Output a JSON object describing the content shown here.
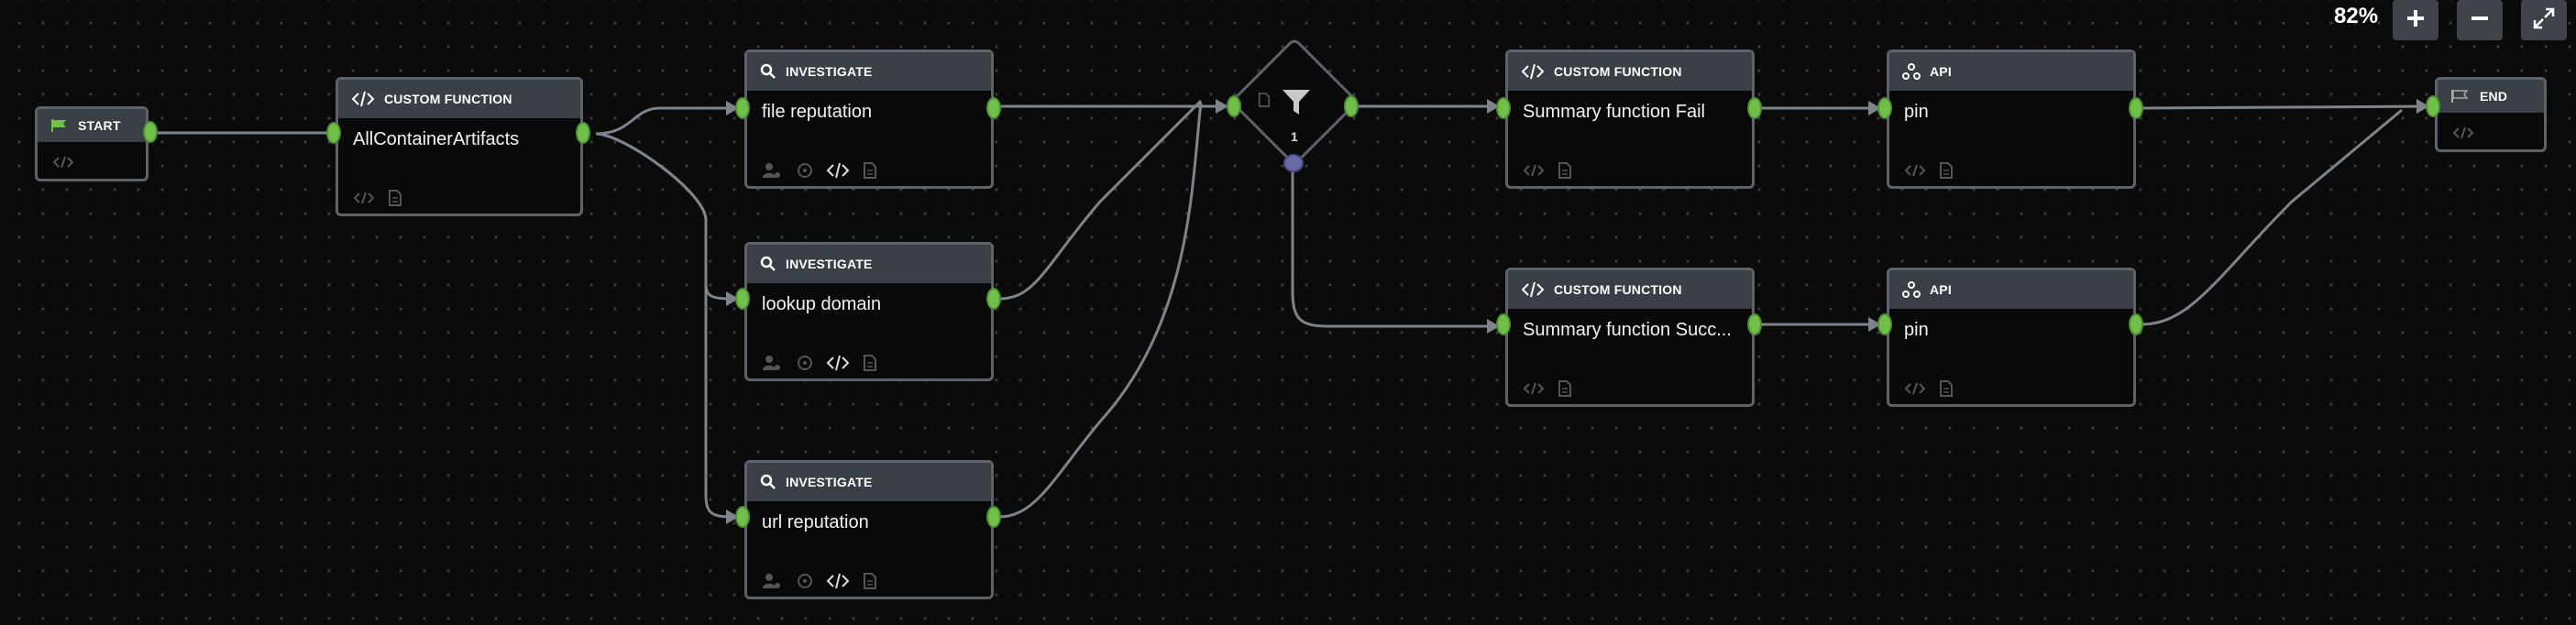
{
  "zoom": {
    "level": "82%",
    "zoom_in_icon": "plus-icon",
    "zoom_out_icon": "minus-icon",
    "fullscreen_icon": "expand-icon"
  },
  "nodes": {
    "start": {
      "label": "START",
      "icon": "flag-icon"
    },
    "custom_all": {
      "type": "CUSTOM FUNCTION",
      "title": "AllContainerArtifacts"
    },
    "inv_file": {
      "type": "INVESTIGATE",
      "title": "file reputation"
    },
    "inv_domain": {
      "type": "INVESTIGATE",
      "title": "lookup domain"
    },
    "inv_url": {
      "type": "INVESTIGATE",
      "title": "url reputation"
    },
    "filter": {
      "count": "1",
      "icon": "filter-icon"
    },
    "custom_fail": {
      "type": "CUSTOM FUNCTION",
      "title": "Summary function Fail"
    },
    "custom_succ": {
      "type": "CUSTOM FUNCTION",
      "title": "Summary function Succ..."
    },
    "api_top": {
      "type": "API",
      "title": "pin"
    },
    "api_bottom": {
      "type": "API",
      "title": "pin"
    },
    "end": {
      "label": "END",
      "icon": "flag-outline-icon"
    }
  },
  "colors": {
    "port": "#6fbf4a",
    "edge": "#7d848c",
    "header": "#3a3f45",
    "border": "#5c636b",
    "filter_port": "#6a6aa8"
  }
}
